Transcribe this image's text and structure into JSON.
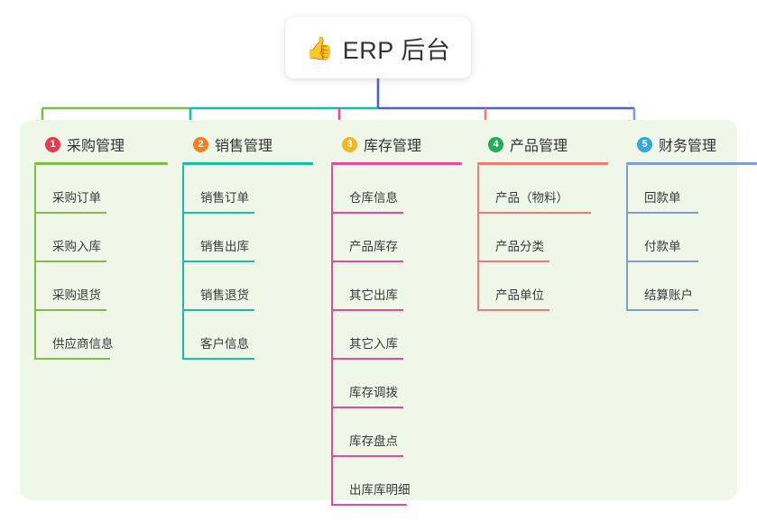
{
  "diagram": {
    "type": "mindmap-tree",
    "background": "#ffffff",
    "panel_background": "#eef7e8",
    "root": {
      "label": "ERP 后台",
      "emoji": "👍",
      "emoji_name": "thumbs-up-emoji",
      "stem_color": "#4e5fd0"
    },
    "bus_segments": [
      {
        "from": "branch-1",
        "to": "branch-2",
        "color": "#7fbd46"
      },
      {
        "from": "branch-2",
        "to": "branch-3",
        "color": "#17bfa6"
      },
      {
        "from": "branch-3",
        "to": "branch-5",
        "color": "#4e5fd0"
      }
    ],
    "branches": [
      {
        "index": "1",
        "title": "采购管理",
        "badge_number": "1",
        "badge_color": "#e8394f",
        "line_color": "#7fbd46",
        "items": [
          "采购订单",
          "采购入库",
          "采购退货",
          "供应商信息"
        ]
      },
      {
        "index": "2",
        "title": "销售管理",
        "badge_number": "2",
        "badge_color": "#f58020",
        "line_color": "#17bfa6",
        "items": [
          "销售订单",
          "销售出库",
          "销售退货",
          "客户信息"
        ]
      },
      {
        "index": "3",
        "title": "库存管理",
        "badge_number": "3",
        "badge_color": "#f5b71c",
        "line_color": "#e8499b",
        "items": [
          "仓库信息",
          "产品库存",
          "其它出库",
          "其它入库",
          "库存调拨",
          "库存盘点",
          "出库库明细"
        ]
      },
      {
        "index": "4",
        "title": "产品管理",
        "badge_number": "4",
        "badge_color": "#22ac56",
        "line_color": "#f4796e",
        "items": [
          "产品（物料）",
          "产品分类",
          "产品单位"
        ]
      },
      {
        "index": "5",
        "title": "财务管理",
        "badge_number": "5",
        "badge_color": "#2fa9e0",
        "line_color": "#7d9cd9",
        "items": [
          "回款单",
          "付款单",
          "结算账户"
        ]
      }
    ]
  }
}
